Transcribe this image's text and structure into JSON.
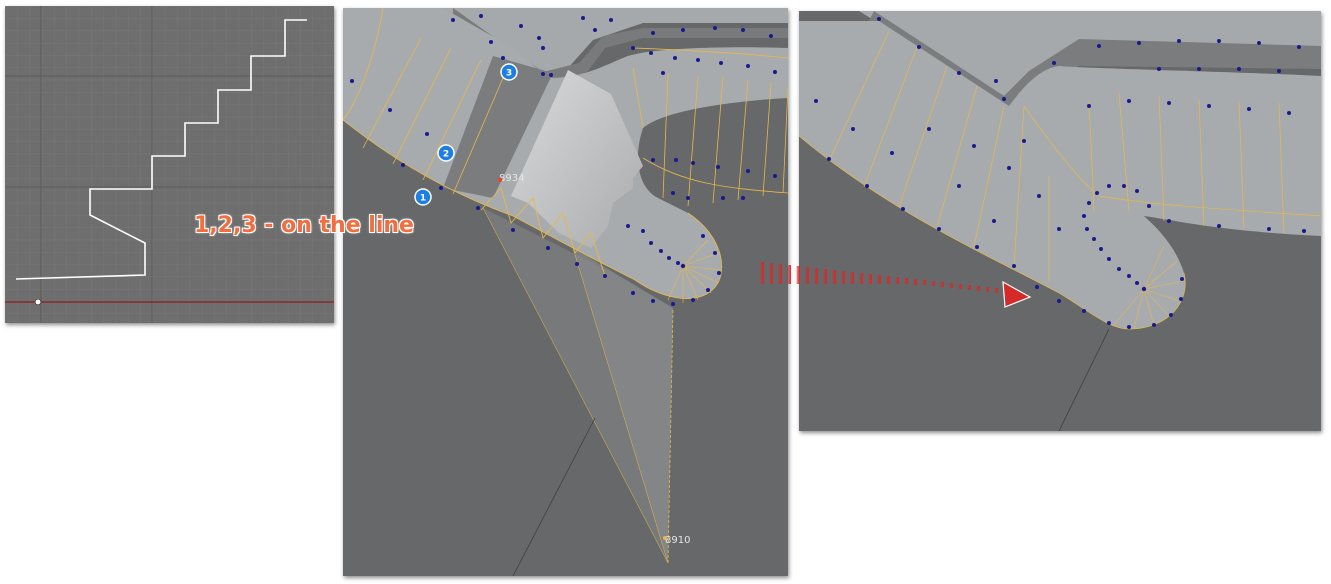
{
  "callout": {
    "text": "1,2,3 - on the line"
  },
  "markers": [
    {
      "label": "1"
    },
    {
      "label": "2"
    },
    {
      "label": "3"
    }
  ],
  "vertex_labels": {
    "top": "8934",
    "bottom": "8910"
  },
  "colors": {
    "viewport_bg": "#666869",
    "grid_bg": "#6e6e6e",
    "mesh_face": "#a8abad",
    "edge": "#e8b84a",
    "vertex": "#1a1a8c",
    "marker": "#1e7fe0",
    "arrow": "#d42a2a",
    "callout": "#f06e40",
    "axis_line": "#8b1a1a"
  }
}
